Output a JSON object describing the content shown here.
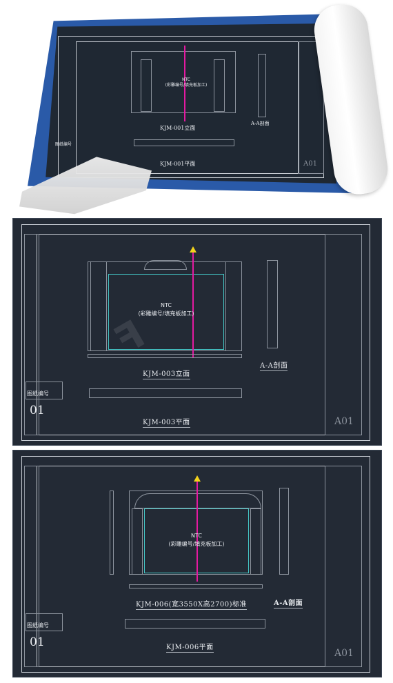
{
  "poster": {
    "elevation_label": "KJM-001立面",
    "plan_label": "KJM-001平面",
    "section_label": "A-A剖面",
    "ntc": "NTC",
    "ntc_note": "(彩雕编号/填充板加工)",
    "sheet_label": "图纸编号",
    "sheet_code": "A01"
  },
  "drawing2": {
    "elevation_label": "KJM-003立面",
    "plan_label": "KJM-003平面",
    "section_label": "A-A剖面",
    "ntc": "NTC",
    "ntc_note": "(彩雕编号/填充板加工)",
    "sheet_label": "图纸编号",
    "sheet_number": "01",
    "sheet_code": "A01"
  },
  "drawing3": {
    "elevation_label": "KJM-006(宽3550X高2700)标准",
    "plan_label": "KJM-006平面",
    "section_label": "A-A剖面",
    "ntc": "NTC",
    "ntc_note": "(彩雕编号/填充板加工)",
    "sheet_label": "图纸编号",
    "sheet_number": "01",
    "sheet_code": "A01"
  },
  "colors": {
    "page_bg": "#ffffff",
    "panel_bg": "#232a35",
    "poster_border": "#2a5aa8",
    "line": "#c7ccd3",
    "accent_magenta": "#e41aa1",
    "accent_cyan": "#44c7c7",
    "warning_yellow": "#f2d21c"
  }
}
